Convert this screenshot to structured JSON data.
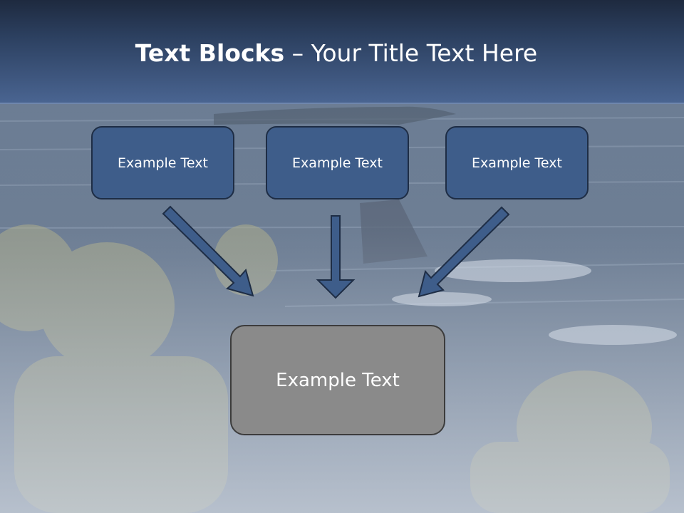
{
  "title": {
    "bold": "Text Blocks",
    "separator": " – ",
    "rest": "Your Title Text Here"
  },
  "top_blocks": [
    {
      "label": "Example Text"
    },
    {
      "label": "Example Text"
    },
    {
      "label": "Example Text"
    }
  ],
  "bottom_block": {
    "label": "Example Text"
  },
  "colors": {
    "header_dark": "#1e2a3f",
    "header_light": "#4a6592",
    "block": "#3e5d8a",
    "block_border": "#1e2d45",
    "bottom_block": "#8a8a8a",
    "arrow": "#3e5d8a"
  },
  "background": {
    "description_icon": "whale-watching-photo"
  }
}
